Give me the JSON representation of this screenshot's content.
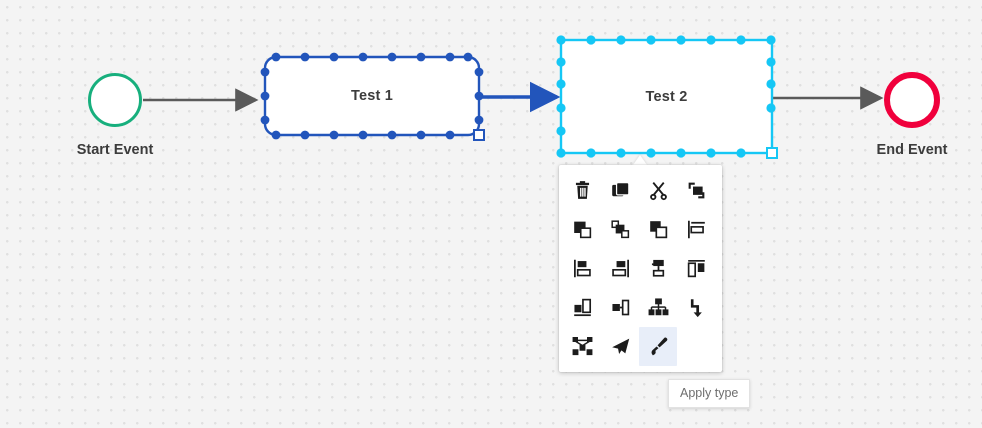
{
  "canvas": {
    "background_color": "#f4f4f4",
    "grid_dot_color": "#e0e0e0",
    "grid_spacing": 13
  },
  "diagram": {
    "nodes": [
      {
        "id": "start-event",
        "label": "Start Event",
        "shape": "circle",
        "stroke": "#17af7d",
        "fill": "#ffffff",
        "selected": false
      },
      {
        "id": "test1",
        "label": "Test 1",
        "shape": "rounded-rect",
        "stroke": "#2255bb",
        "fill": "#ffffff",
        "selected": true,
        "selection_color": "#2255bb",
        "resize_handle": "bottom-right"
      },
      {
        "id": "test2",
        "label": "Test 2",
        "shape": "rect",
        "stroke": "#15c7f5",
        "fill": "#ffffff",
        "selected": true,
        "selection_color": "#15c7f5",
        "resize_handle": "bottom-right"
      },
      {
        "id": "end-event",
        "label": "End Event",
        "shape": "circle",
        "stroke": "#f0003c",
        "fill": "#ffffff",
        "selected": false
      }
    ],
    "connectors": [
      {
        "id": "start-to-test1",
        "from": "start-event",
        "to": "test1",
        "color": "#5a5a5a",
        "selected": false
      },
      {
        "id": "test1-to-test2",
        "from": "test1",
        "to": "test2",
        "color": "#2255bb",
        "selected": true
      },
      {
        "id": "test2-to-end",
        "from": "test2",
        "to": "end-event",
        "color": "#5a5a5a",
        "selected": false
      }
    ]
  },
  "popup_toolbar": {
    "columns": 4,
    "active_tool": "apply-type",
    "tools": [
      {
        "name": "delete-icon",
        "title": "Delete"
      },
      {
        "name": "copy-icon",
        "title": "Copy"
      },
      {
        "name": "cut-icon",
        "title": "Cut"
      },
      {
        "name": "paste-icon",
        "title": "Paste"
      },
      {
        "name": "bring-to-front-icon",
        "title": "Bring to front"
      },
      {
        "name": "send-to-back-icon",
        "title": "Send to back"
      },
      {
        "name": "bring-forward-icon",
        "title": "Bring forward"
      },
      {
        "name": "align-top-icon",
        "title": "Align top"
      },
      {
        "name": "align-left-icon",
        "title": "Align left"
      },
      {
        "name": "align-right-icon",
        "title": "Align right"
      },
      {
        "name": "align-center-icon",
        "title": "Align center"
      },
      {
        "name": "distribute-horizontal-icon",
        "title": "Distribute horizontally"
      },
      {
        "name": "align-bottom-left-icon",
        "title": "Align bottom left"
      },
      {
        "name": "align-bottom-right-icon",
        "title": "Align bottom right"
      },
      {
        "name": "tree-layout-icon",
        "title": "Tree layout"
      },
      {
        "name": "flow-direction-icon",
        "title": "Flow direction"
      },
      {
        "name": "graph-layout-icon",
        "title": "Graph layout"
      },
      {
        "name": "send-icon",
        "title": "Send"
      },
      {
        "name": "apply-type-icon",
        "title": "Apply type"
      }
    ]
  },
  "tooltip": {
    "text": "Apply type",
    "visible": true
  }
}
